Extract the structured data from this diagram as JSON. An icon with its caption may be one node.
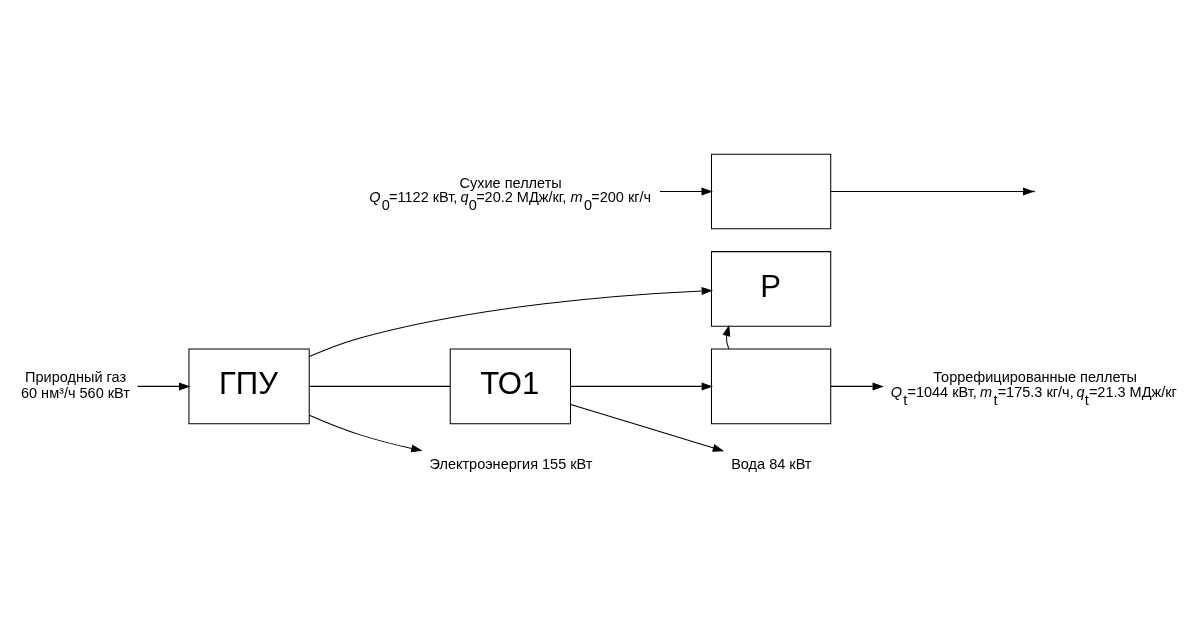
{
  "diagram": {
    "nodes": [
      {
        "text": [
          "Сухие пеллеты",
          "*Q*$_{0}$=1122 кВт, *q*$_{0}$=20.2 МДж/кг, *m*$_{0}$=200 кг/ч"
        ]
      },
      {
        "text": [],
        "shape": "box"
      },
      {
        "text": [
          "Р"
        ]
      },
      {
        "text": [],
        "shape": "box"
      },
      {
        "text": [
          "Природный газ",
          "60 нм³/ч 560 кВт"
        ]
      },
      {
        "text": [
          "ГПУ"
        ]
      },
      {
        "text": [
          "ТО1"
        ]
      },
      {
        "text": [
          "Вода 84 кВт"
        ]
      },
      {
        "text": [
          "Электроэнергия 155 кВт"
        ]
      },
      {
        "text": [
          "Торрефицированные пеллеты",
          "*Q*$_{t}$=1044 кВт, *m*$_{t}$=175.3 кг/ч, *q*$_{t}$=21.3 МДж/кг"
        ]
      }
    ],
    "edges": [
      {
        "from": 0,
        "to": 1,
        "arrow": "to"
      },
      {
        "from": 1,
        "to": null,
        "arrow": "to"
      },
      {
        "from": 4,
        "to": 5,
        "arrow": "to"
      },
      {
        "from": 5,
        "to": 8,
        "arrow": "to"
      },
      {
        "from": 5,
        "to": 6,
        "arrow": "none"
      },
      {
        "from": 5,
        "to": 2,
        "arrow": "to"
      },
      {
        "from": 6,
        "to": 7,
        "arrow": "to"
      },
      {
        "from": 6,
        "to": 3,
        "arrow": "to"
      },
      {
        "from": 3,
        "to": 2,
        "arrow": "to"
      },
      {
        "from": 3,
        "to": 9,
        "arrow": "to"
      }
    ]
  }
}
